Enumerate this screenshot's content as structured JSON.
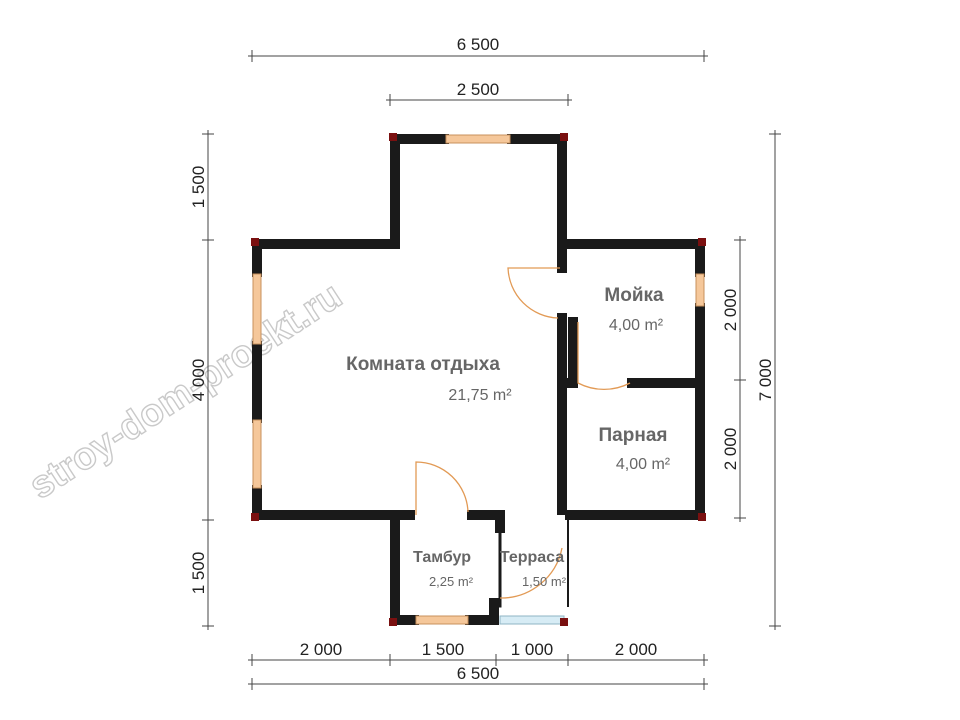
{
  "watermark": "stroy-dom-proekt.ru",
  "dimensions": {
    "top_total": "6 500",
    "top_center": "2 500",
    "left_top": "1 500",
    "left_middle": "4 000",
    "left_bottom": "1 500",
    "right_upper": "2 000",
    "right_lower": "2 000",
    "right_total": "7 000",
    "bottom_1": "2 000",
    "bottom_2": "1 500",
    "bottom_3": "1 000",
    "bottom_4": "2 000",
    "bottom_total": "6 500"
  },
  "rooms": [
    {
      "name": "Комната отдыха",
      "area": "21,75 m²"
    },
    {
      "name": "Мойка",
      "area": "4,00 m²"
    },
    {
      "name": "Парная",
      "area": "4,00 m²"
    },
    {
      "name": "Тамбур",
      "area": "2,25 m²"
    },
    {
      "name": "Терраса",
      "area": "1,50 m²"
    }
  ],
  "colors": {
    "wall": "#1a1a1a",
    "window": "#f5c79a",
    "corner": "#7a1010",
    "door": "#e29a55",
    "dimension": "#444444"
  }
}
